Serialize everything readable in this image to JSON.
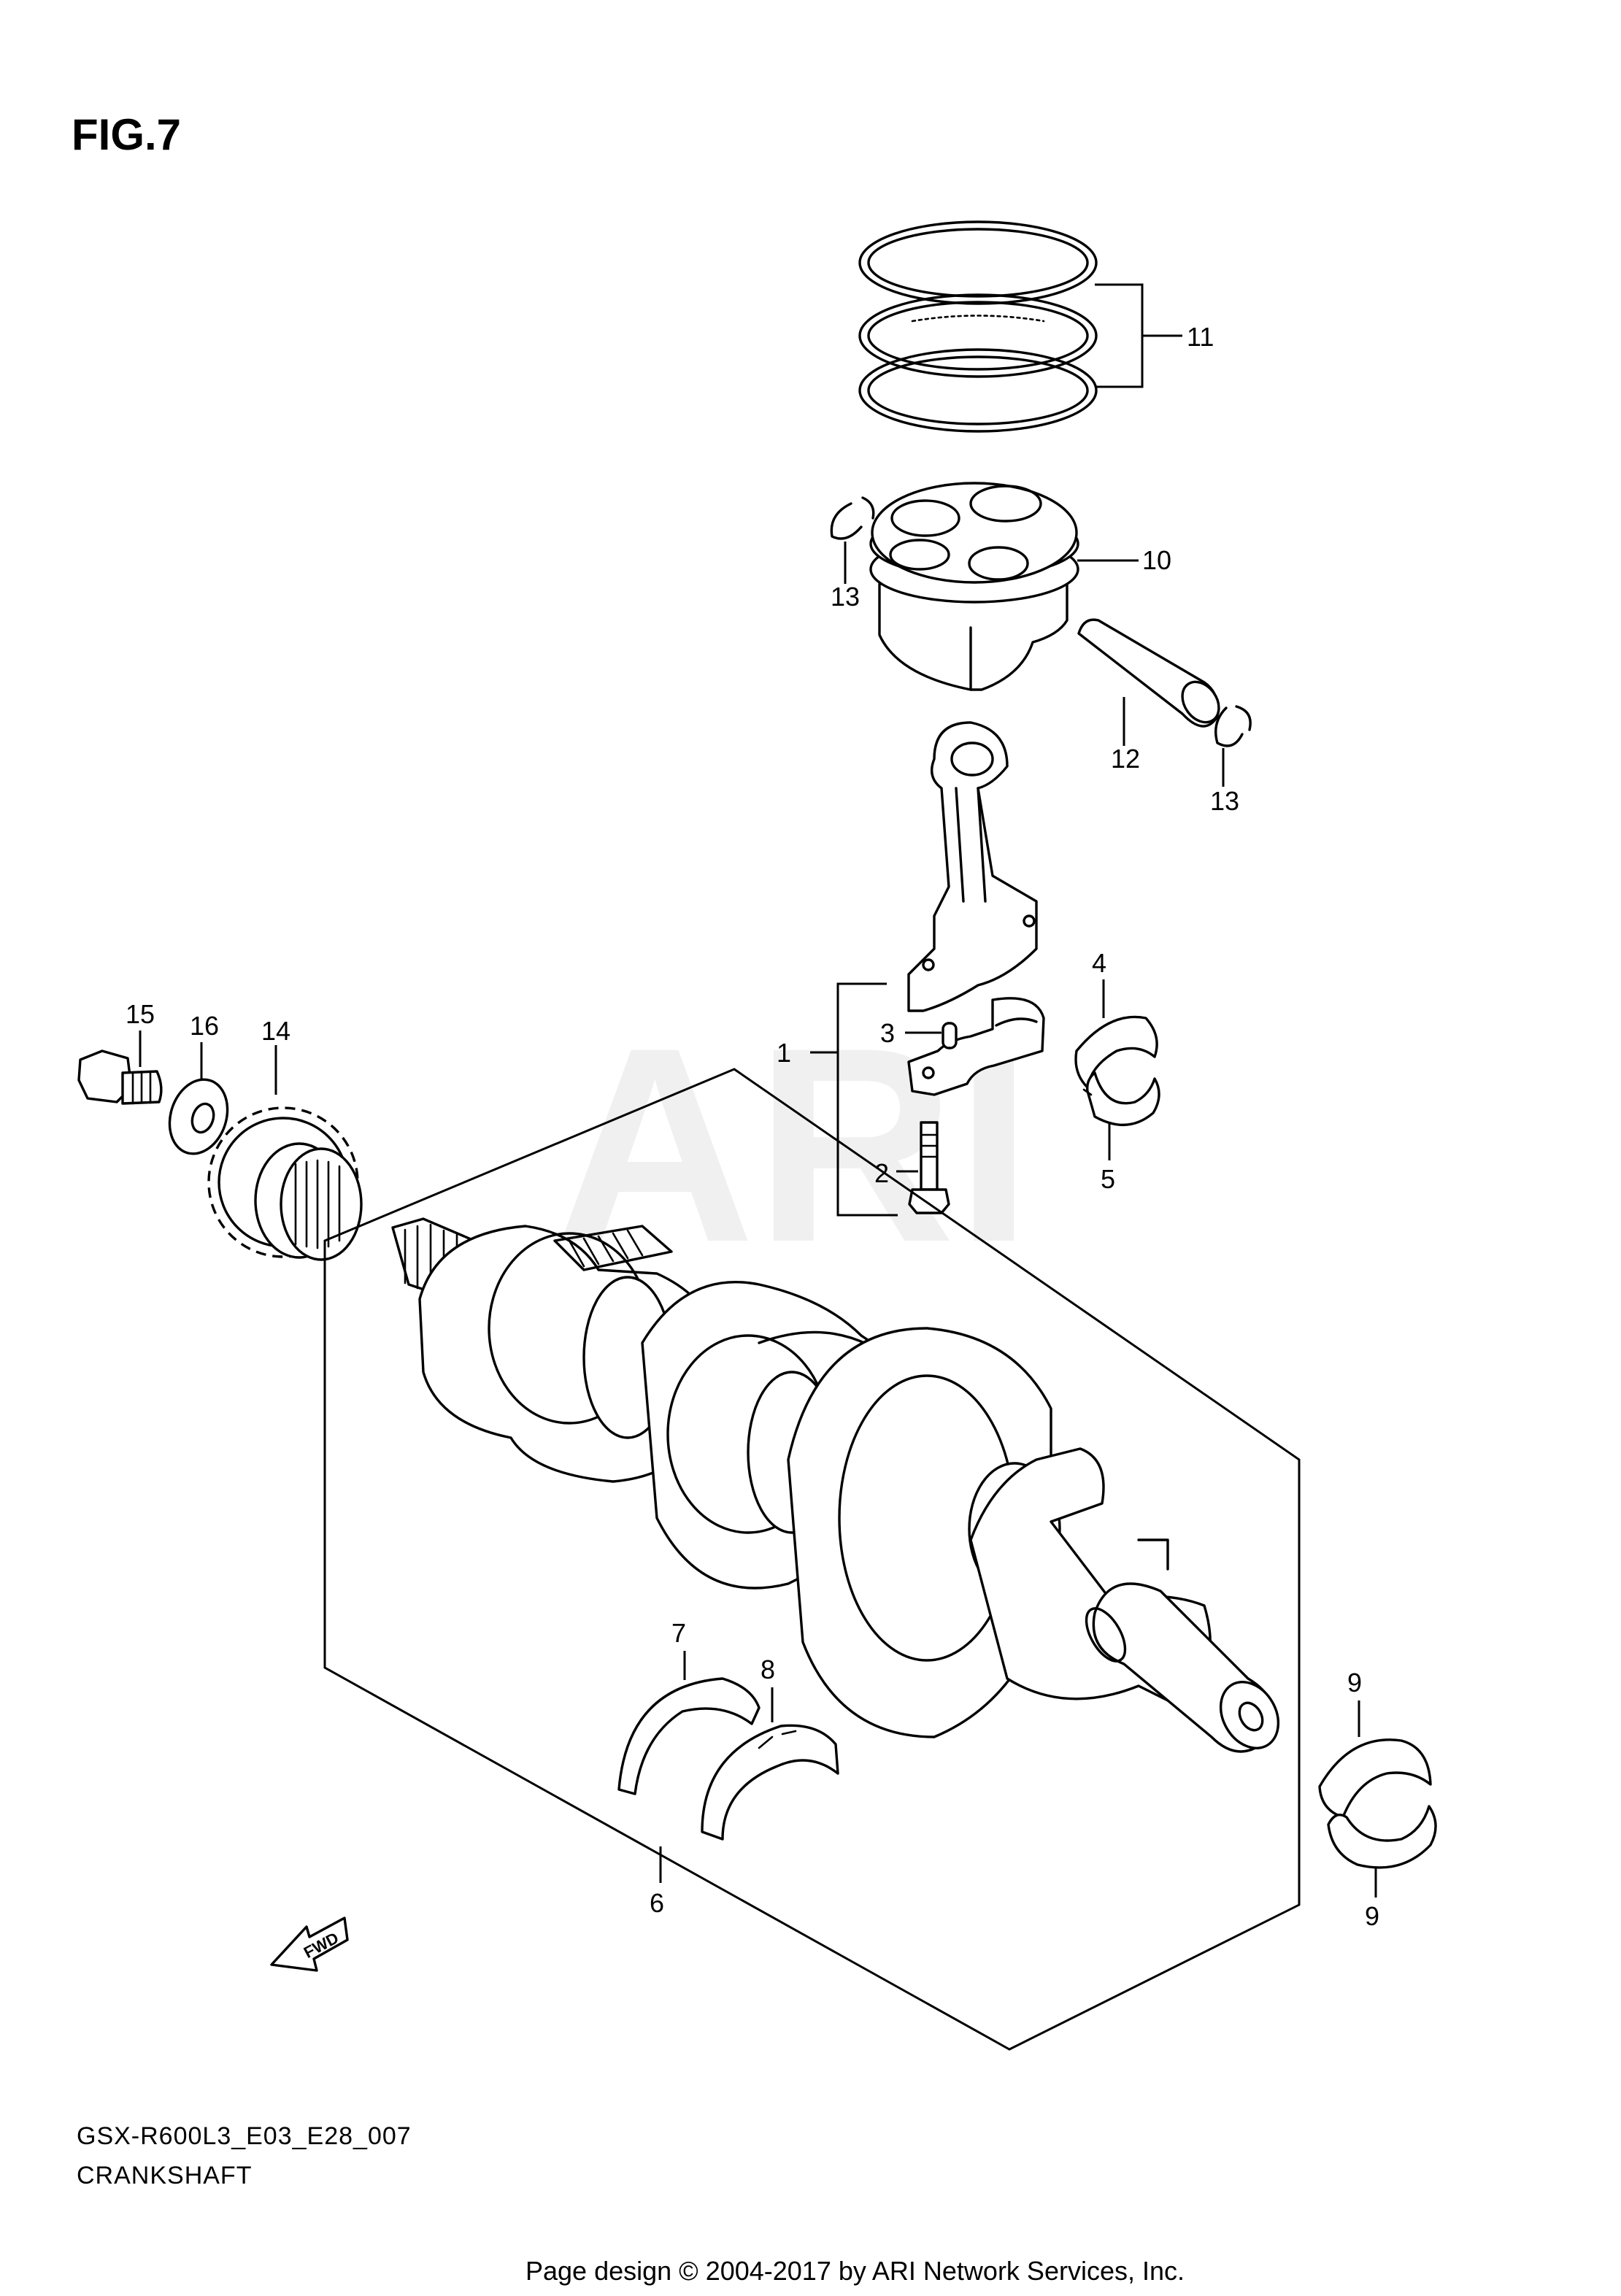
{
  "figure": {
    "title": "FIG.7"
  },
  "diagram": {
    "code": "GSX-R600L3_E03_E28_007",
    "name": "CRANKSHAFT"
  },
  "watermark": "ARI",
  "direction_marker": "FWD",
  "footer": "Page design © 2004-2017 by ARI Network Services, Inc.",
  "callouts": {
    "c1": "1",
    "c2": "2",
    "c3": "3",
    "c4": "4",
    "c5": "5",
    "c6": "6",
    "c7": "7",
    "c8": "8",
    "c9_top": "9",
    "c9_bottom": "9",
    "c10": "10",
    "c11": "11",
    "c12": "12",
    "c13_left": "13",
    "c13_right": "13",
    "c14": "14",
    "c15": "15",
    "c16": "16"
  }
}
